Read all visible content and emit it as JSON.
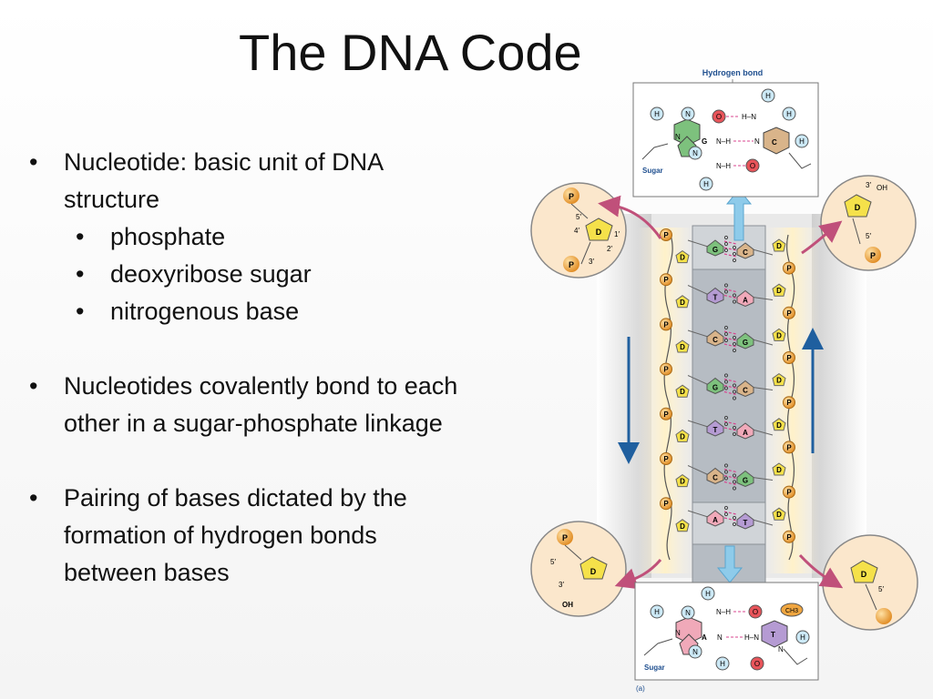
{
  "slide": {
    "title": "The DNA Code",
    "bullets": {
      "nucleotide": "Nucleotide:  basic unit of DNA",
      "nucleotide_cont": "structure",
      "sub_items": [
        "phosphate",
        "deoxyribose sugar",
        "nitrogenous base"
      ],
      "bond": "Nucleotides covalently bond to each",
      "bond_cont": "other in a sugar-phosphate linkage",
      "pairing": "Pairing of bases dictated by the",
      "pairing_cont1": "formation of hydrogen bonds",
      "pairing_cont2": "between bases"
    }
  },
  "diagram": {
    "hbond_label": "Hydrogen bond",
    "sugar_label": "Sugar",
    "caption": "(a)",
    "left_strand": [
      "P",
      "D",
      "P",
      "D",
      "P",
      "D",
      "P",
      "D",
      "P",
      "D",
      "P",
      "D",
      "P",
      "D"
    ],
    "right_strand": [
      "D",
      "P",
      "D",
      "P",
      "D",
      "P",
      "D",
      "P",
      "D",
      "P",
      "D",
      "P",
      "D",
      "P"
    ],
    "pairs": [
      [
        "G",
        "C"
      ],
      [
        "T",
        "A"
      ],
      [
        "C",
        "G"
      ],
      [
        "G",
        "C"
      ],
      [
        "T",
        "A"
      ],
      [
        "C",
        "G"
      ],
      [
        "A",
        "T"
      ]
    ],
    "top_atoms": {
      "H1": "H",
      "N1": "N",
      "N2": "N",
      "G": "G",
      "N3": "N",
      "O1": "O",
      "HN": "H–N",
      "H2": "H",
      "H3": "H",
      "C": "C",
      "N4": "N",
      "NH1": "N–H",
      "O2": "O",
      "NH2": "N–H",
      "H4": "H"
    },
    "bottom_atoms": {
      "H1": "H",
      "N1": "N",
      "NH": "N–H",
      "O1": "O",
      "CH3": "CH3",
      "N2": "N",
      "A": "A",
      "N3": "N",
      "HN": "H–N",
      "T": "T",
      "H2": "H",
      "N4": "N",
      "H3": "H",
      "O2": "O",
      "N5": "N",
      "H4": "H"
    },
    "ends": {
      "five": "5′",
      "four": "4′",
      "three": "3′",
      "one": "1′",
      "two": "2′",
      "oh": "OH",
      "D": "D",
      "P": "P"
    }
  },
  "colors": {
    "accent_blue": "#1f5f9f",
    "guanine": "#7dc17d",
    "cytosine": "#d9b48a",
    "thymine": "#b59bd3",
    "adenine": "#f0a9b9",
    "deoxyribose": "#f5e14a",
    "phosphate": "#f0a640",
    "hbond": "#d9448f"
  }
}
